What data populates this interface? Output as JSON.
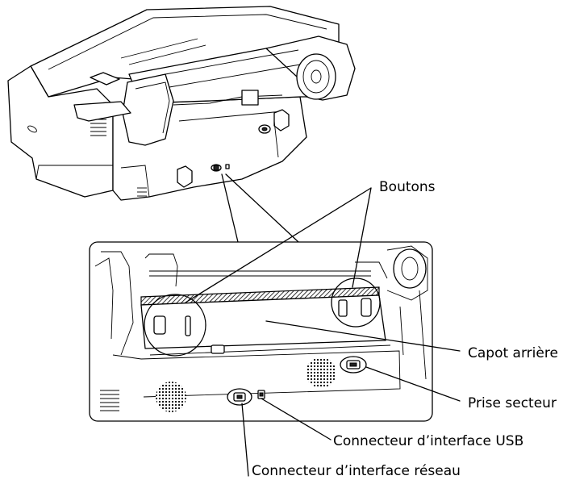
{
  "labels": {
    "buttons": "Boutons",
    "rear_cover": "Capot arrière",
    "power_socket": "Prise secteur",
    "usb_connector": "Connecteur d’interface USB",
    "network_connector": "Connecteur d’interface réseau"
  }
}
